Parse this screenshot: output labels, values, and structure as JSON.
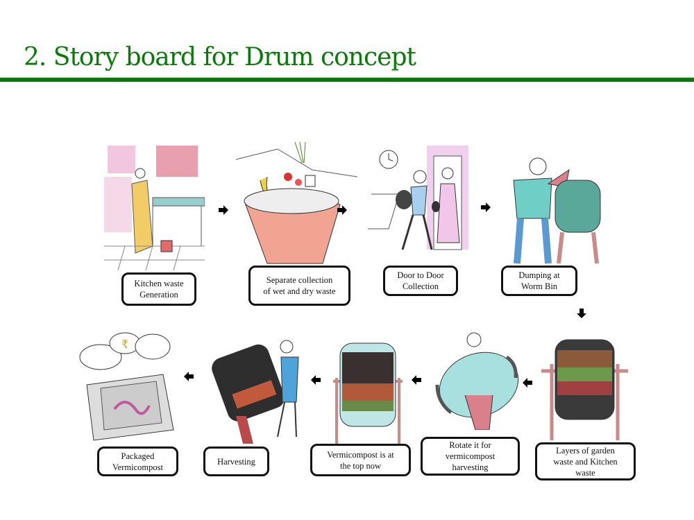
{
  "slide": {
    "title": "2. Story board for Drum concept"
  },
  "steps": [
    {
      "caption_line1": "Kitchen waste",
      "caption_line2": "Generation"
    },
    {
      "caption_line1": "Separate collection",
      "caption_line2": "of wet and dry waste"
    },
    {
      "caption_line1": "Door to Door",
      "caption_line2": "Collection"
    },
    {
      "caption_line1": "Dumping at",
      "caption_line2": "Worm Bin"
    },
    {
      "caption_line1": "Layers of garden",
      "caption_line2": "waste and Kitchen",
      "caption_line3": "waste"
    },
    {
      "caption_line1": "Rotate it for",
      "caption_line2": "vermicompost",
      "caption_line3": "harvesting"
    },
    {
      "caption_line1": "Vermicompost is at",
      "caption_line2": "the top now"
    },
    {
      "caption_line1": "Harvesting"
    },
    {
      "caption_line1": "Packaged",
      "caption_line2": "Vermicompost"
    }
  ],
  "colors": {
    "accent": "#0a7a0a"
  }
}
